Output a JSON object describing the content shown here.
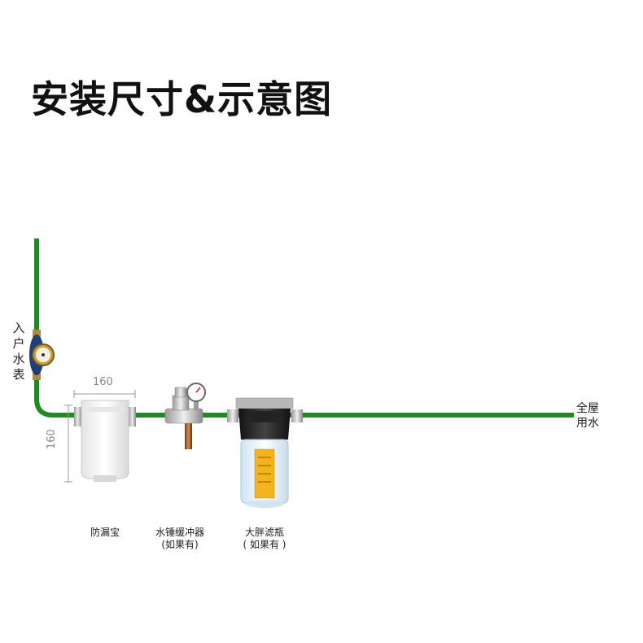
{
  "title": "安装尺寸&示意图",
  "meter_label": [
    "入",
    "户",
    "水",
    "表"
  ],
  "outlet_label": [
    "全屋",
    "用水"
  ],
  "dimensions": {
    "width": "160",
    "height": "160"
  },
  "devices": [
    {
      "name": "防漏宝",
      "note": ""
    },
    {
      "name": "水锤缓冲器",
      "note": "(如果有)"
    },
    {
      "name": "大胖滤瓶",
      "note": "( 如果有 )"
    }
  ],
  "colors": {
    "pipe": "#1e8a24",
    "text": "#222222",
    "dimension": "#888888"
  }
}
